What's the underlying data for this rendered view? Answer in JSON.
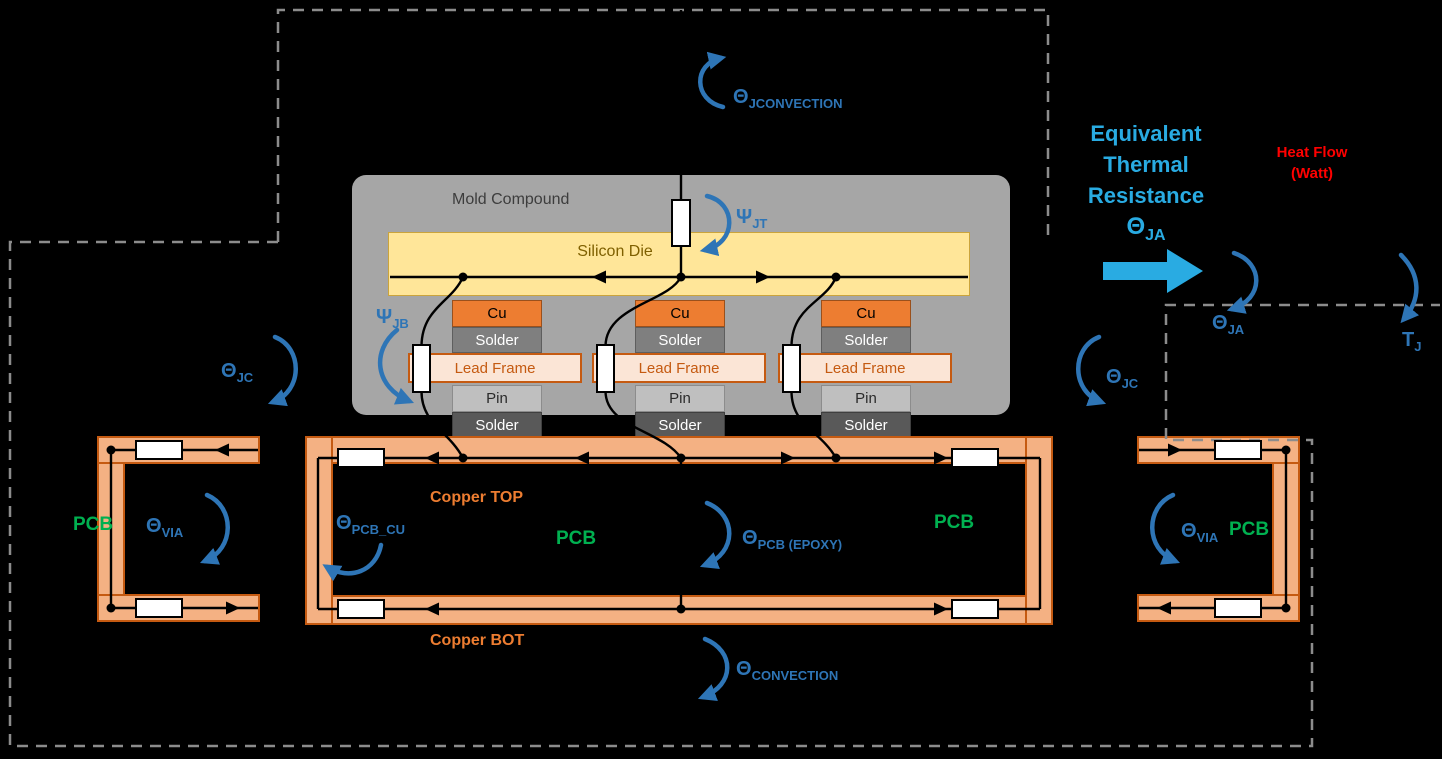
{
  "colors": {
    "background": "#000000",
    "label_blue": "#2E75B6",
    "accent_cyan_blue": "#29ABE2",
    "heat_red": "#FF0000",
    "pcb_green": "#00B050",
    "copper_text_orange": "#ED7D31",
    "copper_fill": "#F4B183",
    "copper_border": "#C55A11",
    "mold_gray": "#A6A6A6",
    "die_yellow": "#FFE699",
    "dash_gray": "#8C8C8C"
  },
  "package": {
    "mold_label": "Mold Compound",
    "die_label": "Silicon Die",
    "legs": [
      {
        "cu": "Cu",
        "solder_top": "Solder",
        "lead_frame": "Lead Frame",
        "pin": "Pin",
        "solder_bottom": "Solder"
      },
      {
        "cu": "Cu",
        "solder_top": "Solder",
        "lead_frame": "Lead Frame",
        "pin": "Pin",
        "solder_bottom": "Solder"
      },
      {
        "cu": "Cu",
        "solder_top": "Solder",
        "lead_frame": "Lead Frame",
        "pin": "Pin",
        "solder_bottom": "Solder"
      }
    ]
  },
  "pcb": {
    "copper_top": "Copper TOP",
    "copper_bottom": "Copper BOT",
    "labels": [
      "PCB",
      "PCB",
      "PCB",
      "PCB"
    ]
  },
  "equivalent": {
    "title_lines": [
      "Equivalent",
      "Thermal",
      "Resistance"
    ],
    "title_symbol": {
      "base": "Θ",
      "sub": "JA"
    },
    "heat_flow": [
      "Heat Flow",
      "(Watt)"
    ]
  },
  "resistances": {
    "jconvection": {
      "base": "Θ",
      "sub": "JCONVECTION"
    },
    "psi_jt": {
      "base": "Ψ",
      "sub": "JT"
    },
    "psi_jb": {
      "base": "Ψ",
      "sub": "JB"
    },
    "jc_left": {
      "base": "Θ",
      "sub": "JC"
    },
    "jc_right": {
      "base": "Θ",
      "sub": "JC"
    },
    "via_left": {
      "base": "Θ",
      "sub": "VIA"
    },
    "via_right": {
      "base": "Θ",
      "sub": "VIA"
    },
    "pcb_cu": {
      "base": "Θ",
      "sub": "PCB_CU"
    },
    "pcb_epoxy": {
      "base": "Θ",
      "sub": "PCB (EPOXY)"
    },
    "convection": {
      "base": "Θ",
      "sub": "CONVECTION"
    },
    "ja": {
      "base": "Θ",
      "sub": "JA"
    },
    "tj": {
      "base": "T",
      "sub": "J"
    }
  }
}
